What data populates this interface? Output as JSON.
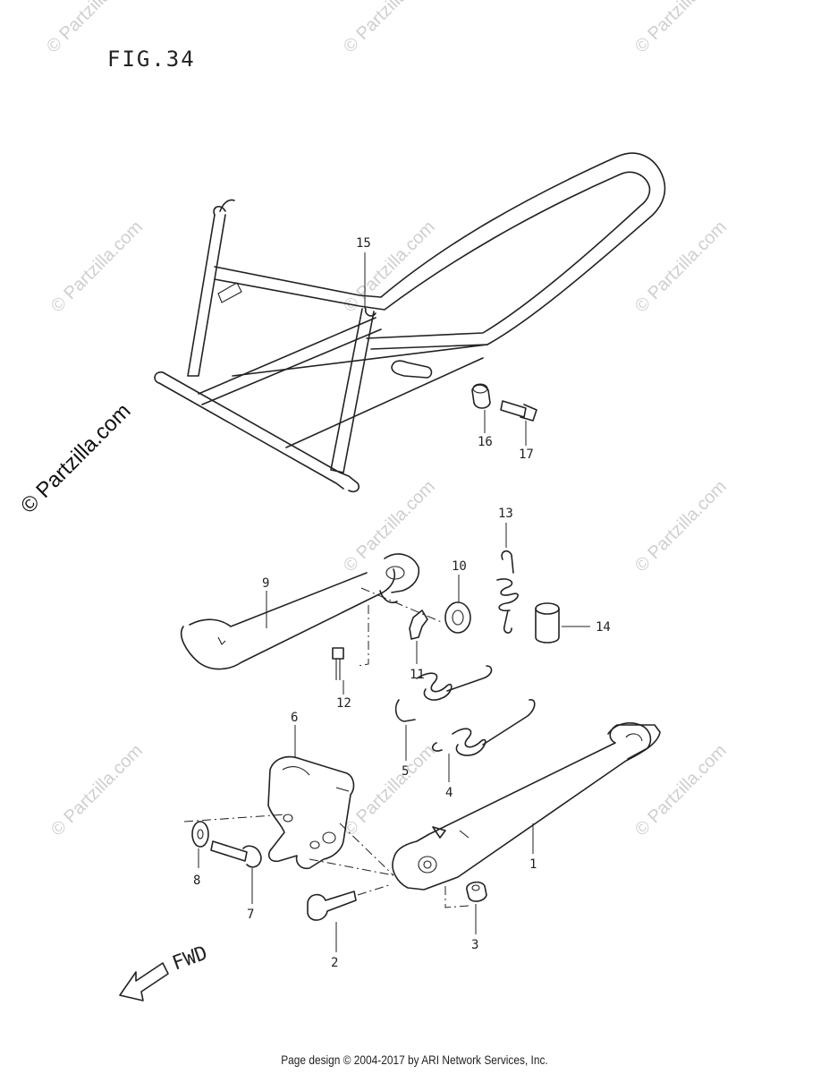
{
  "figure": {
    "title": "FIG.34"
  },
  "footer": {
    "credit": "Page design © 2004-2017 by ARI Network Services, Inc."
  },
  "watermark": {
    "text": "© Partzilla.com"
  },
  "direction": {
    "label": "FWD"
  },
  "callouts": [
    {
      "id": "c1",
      "label": "1"
    },
    {
      "id": "c2",
      "label": "2"
    },
    {
      "id": "c3",
      "label": "3"
    },
    {
      "id": "c4",
      "label": "4"
    },
    {
      "id": "c5",
      "label": "5"
    },
    {
      "id": "c6",
      "label": "6"
    },
    {
      "id": "c7",
      "label": "7"
    },
    {
      "id": "c8",
      "label": "8"
    },
    {
      "id": "c9",
      "label": "9"
    },
    {
      "id": "c10",
      "label": "10"
    },
    {
      "id": "c11",
      "label": "11"
    },
    {
      "id": "c12",
      "label": "12"
    },
    {
      "id": "c13",
      "label": "13"
    },
    {
      "id": "c14",
      "label": "14"
    },
    {
      "id": "c15",
      "label": "15"
    },
    {
      "id": "c16",
      "label": "16"
    },
    {
      "id": "c17",
      "label": "17"
    }
  ]
}
